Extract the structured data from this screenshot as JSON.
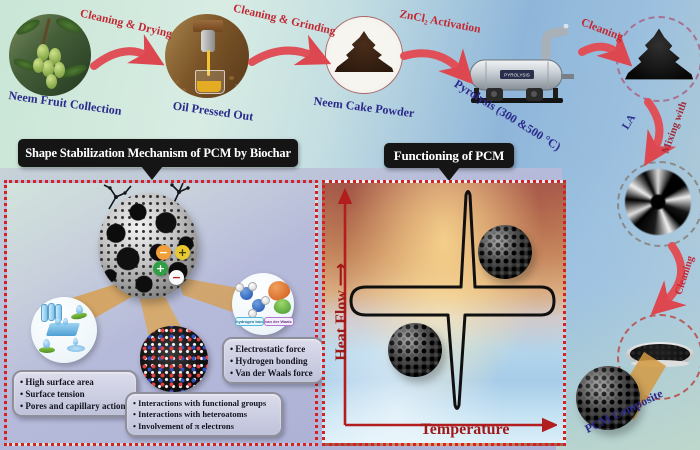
{
  "flow": {
    "step1_label": "Neem Fruit Collection",
    "arrow1_label": "Cleaning & Drying",
    "step2_label": "Oil Pressed Out",
    "arrow2_label": "Cleaning & Grinding",
    "step3_label": "Neem Cake Powder",
    "arrow3_label": "ZnCl₂ Activation",
    "step4_label": "Pyrolysis (300 &500 °C)",
    "machine_text": "PYROLYSIS",
    "arrow4_label": "Cleaning",
    "arrow5_label_red": "Mixing with",
    "arrow5_label_dark": "LA",
    "arrow6_label": "Cleaning",
    "step5_label": "PCM Composite"
  },
  "left_panel": {
    "title": "Shape Stabilization Mechanism of PCM by Biochar",
    "charges": [
      "−",
      "+",
      "+",
      "−"
    ],
    "pill_hydrogen": "hydrogen bonding",
    "pill_vdw": "van der Waals forces",
    "box_surface": {
      "items": [
        "High surface area",
        "Surface tension",
        "Pores and capillary actions"
      ]
    },
    "box_interactions": {
      "items": [
        "Interactions with functional groups",
        "Interactions with heteroatoms",
        "Involvement of π electrons"
      ]
    },
    "box_forces": {
      "items": [
        "Electrostatic force",
        "Hydrogen bonding",
        "Van der Waals force"
      ]
    }
  },
  "right_panel": {
    "title": "Functioning of PCM",
    "y_axis_label": "Heat Flow",
    "x_axis_label": "Temperature"
  },
  "colors": {
    "arrow_red": "#e05058",
    "label_indigo": "#2c2a8c",
    "arrow_label_red": "#c22834",
    "axis_red": "#b21e1e",
    "panel_border_red": "#d42222"
  }
}
